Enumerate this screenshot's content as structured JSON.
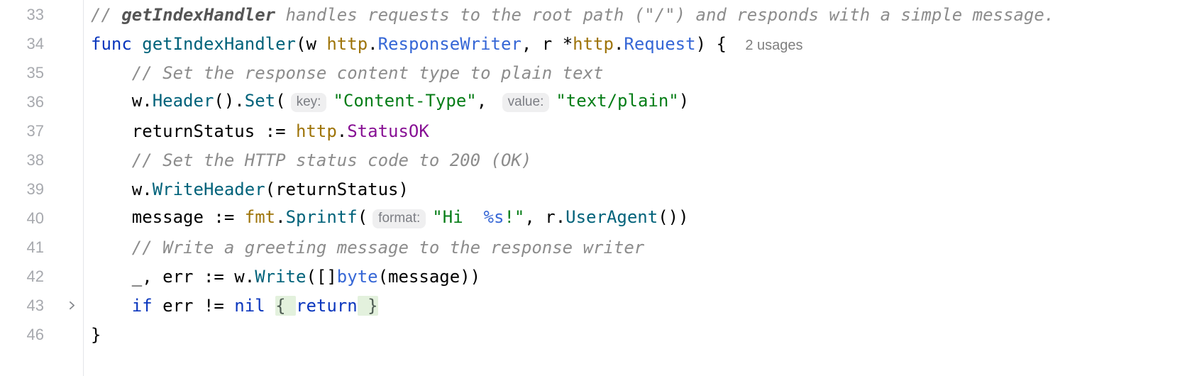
{
  "editor": {
    "line_height": 41,
    "font_size": 24,
    "language": "go",
    "colors": {
      "background": "#FFFFFF",
      "gutter_divider": "#E4E5E9",
      "line_number": "#A7A9AE",
      "keyword": "#0A36BD",
      "type": "#3667D6",
      "function": "#00627A",
      "package": "#9E7409",
      "constant": "#871094",
      "string": "#067D17",
      "comment": "#8C8C8C",
      "fold_highlight_bg": "#E3F1DD",
      "inlay_bg": "#EFEFF0",
      "inlay_text": "#7C7E84"
    },
    "icons": {
      "fold_chevron": "chevron-right-icon"
    },
    "lines": [
      {
        "number": "33",
        "tokens": [
          {
            "s": "cmt",
            "t": "// "
          },
          {
            "s": "cmtb",
            "t": "getIndexHandler"
          },
          {
            "s": "cmt",
            "t": " handles requests to the root path (\"/\") and responds with a simple message."
          }
        ]
      },
      {
        "number": "34",
        "tokens": [
          {
            "s": "kw",
            "t": "func"
          },
          {
            "s": "plain",
            "t": " "
          },
          {
            "s": "fn",
            "t": "getIndexHandler"
          },
          {
            "s": "plain",
            "t": "(w "
          },
          {
            "s": "pkg",
            "t": "http"
          },
          {
            "s": "plain",
            "t": "."
          },
          {
            "s": "type",
            "t": "ResponseWriter"
          },
          {
            "s": "plain",
            "t": ", r *"
          },
          {
            "s": "pkg",
            "t": "http"
          },
          {
            "s": "plain",
            "t": "."
          },
          {
            "s": "type",
            "t": "Request"
          },
          {
            "s": "plain",
            "t": ") { "
          },
          {
            "s": "usages",
            "t": "2 usages"
          }
        ]
      },
      {
        "number": "35",
        "tokens": [
          {
            "s": "plain",
            "t": "    "
          },
          {
            "s": "cmt",
            "t": "// Set the response content type to plain text"
          }
        ]
      },
      {
        "number": "36",
        "tokens": [
          {
            "s": "plain",
            "t": "    w."
          },
          {
            "s": "fn",
            "t": "Header"
          },
          {
            "s": "plain",
            "t": "()."
          },
          {
            "s": "fn",
            "t": "Set"
          },
          {
            "s": "plain",
            "t": "("
          },
          {
            "s": "inlay",
            "t": "key:"
          },
          {
            "s": "str",
            "t": "\"Content-Type\""
          },
          {
            "s": "plain",
            "t": ", "
          },
          {
            "s": "inlay",
            "t": "value:"
          },
          {
            "s": "str",
            "t": "\"text/plain\""
          },
          {
            "s": "plain",
            "t": ")"
          }
        ]
      },
      {
        "number": "37",
        "tokens": [
          {
            "s": "plain",
            "t": "    returnStatus := "
          },
          {
            "s": "pkg",
            "t": "http"
          },
          {
            "s": "plain",
            "t": "."
          },
          {
            "s": "const",
            "t": "StatusOK"
          }
        ]
      },
      {
        "number": "38",
        "tokens": [
          {
            "s": "plain",
            "t": "    "
          },
          {
            "s": "cmt",
            "t": "// Set the HTTP status code to 200 (OK)"
          }
        ]
      },
      {
        "number": "39",
        "tokens": [
          {
            "s": "plain",
            "t": "    w."
          },
          {
            "s": "fn",
            "t": "WriteHeader"
          },
          {
            "s": "plain",
            "t": "(returnStatus)"
          }
        ]
      },
      {
        "number": "40",
        "tokens": [
          {
            "s": "plain",
            "t": "    message := "
          },
          {
            "s": "pkg",
            "t": "fmt"
          },
          {
            "s": "plain",
            "t": "."
          },
          {
            "s": "fn",
            "t": "Sprintf"
          },
          {
            "s": "plain",
            "t": "("
          },
          {
            "s": "inlay",
            "t": "format:"
          },
          {
            "s": "str",
            "t": "\"Hi  "
          },
          {
            "s": "fmt",
            "t": "%s"
          },
          {
            "s": "str",
            "t": "!\""
          },
          {
            "s": "plain",
            "t": ", r."
          },
          {
            "s": "fn",
            "t": "UserAgent"
          },
          {
            "s": "plain",
            "t": "())"
          }
        ]
      },
      {
        "number": "41",
        "tokens": [
          {
            "s": "plain",
            "t": "    "
          },
          {
            "s": "cmt",
            "t": "// Write a greeting message to the response writer"
          }
        ]
      },
      {
        "number": "42",
        "tokens": [
          {
            "s": "plain",
            "t": "    _, err := w."
          },
          {
            "s": "fn",
            "t": "Write"
          },
          {
            "s": "plain",
            "t": "([]"
          },
          {
            "s": "type",
            "t": "byte"
          },
          {
            "s": "plain",
            "t": "(message))"
          }
        ]
      },
      {
        "number": "43",
        "fold": true,
        "tokens": [
          {
            "s": "plain",
            "t": "    "
          },
          {
            "s": "kw",
            "t": "if"
          },
          {
            "s": "plain",
            "t": " err != "
          },
          {
            "s": "kw",
            "t": "nil"
          },
          {
            "s": "plain",
            "t": " "
          },
          {
            "s": "foldbg",
            "t": "{ "
          },
          {
            "s": "kw",
            "t": "return"
          },
          {
            "s": "foldbg",
            "t": " }"
          }
        ]
      },
      {
        "number": "46",
        "tokens": [
          {
            "s": "plain",
            "t": "}"
          }
        ]
      }
    ]
  }
}
